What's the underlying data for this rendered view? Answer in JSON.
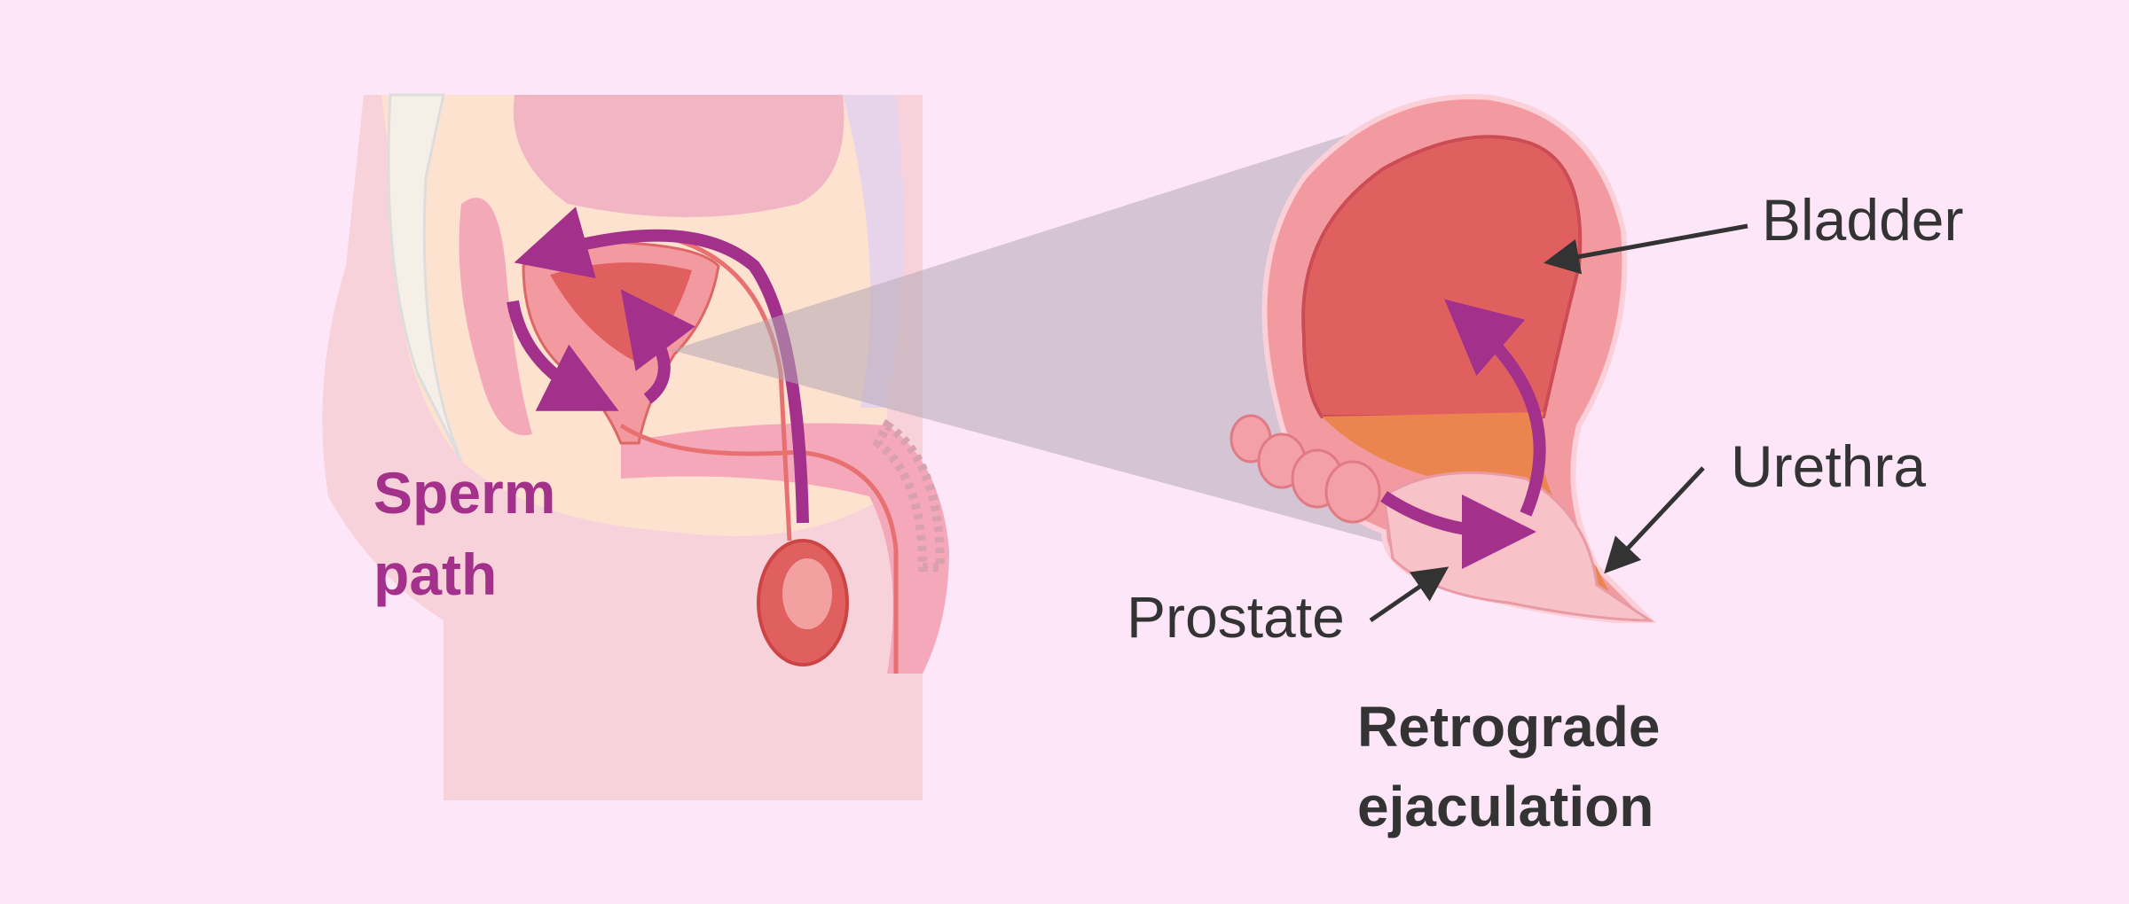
{
  "labels": {
    "bladder": "Bladder",
    "urethra": "Urethra",
    "prostate": "Prostate"
  },
  "left_caption": {
    "line1": "Sperm",
    "line2": "path"
  },
  "title": {
    "line1": "Retrograde",
    "line2": "ejaculation"
  },
  "colors": {
    "background": "#fde6f8",
    "arrow": "#a3318c",
    "bladder_inner": "#e06060",
    "bladder_outer": "#f39aa0",
    "zoom_cone": "#b5a8b5",
    "text": "#333333"
  }
}
